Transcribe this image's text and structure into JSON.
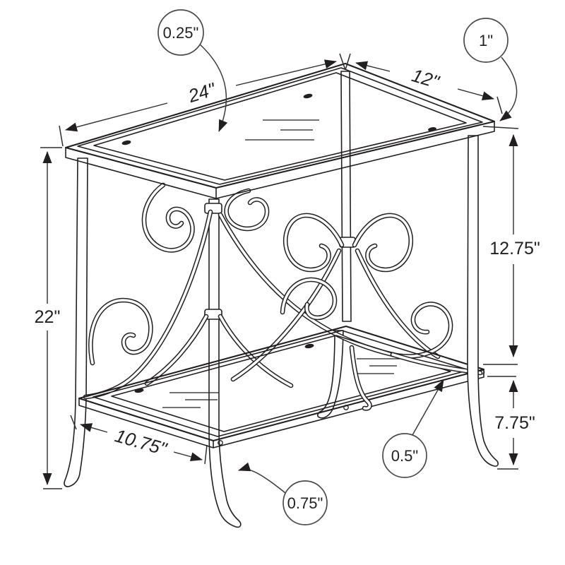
{
  "drawing": {
    "background": "#ffffff",
    "line_color": "#231f20",
    "subject": "two-tier-metal-accent-table-dimension-diagram"
  },
  "labels": {
    "glass_thickness": "0.25\"",
    "frame_edge": "1\"",
    "top_length": "24\"",
    "top_depth": "12\"",
    "overall_height": "22\"",
    "shelf_clearance": "12.75\"",
    "shelf_floor_height": "7.75\"",
    "shelf_depth": "10.75\"",
    "leg_thickness": "0.75\"",
    "shelf_glass_thickness": "0.5\""
  }
}
